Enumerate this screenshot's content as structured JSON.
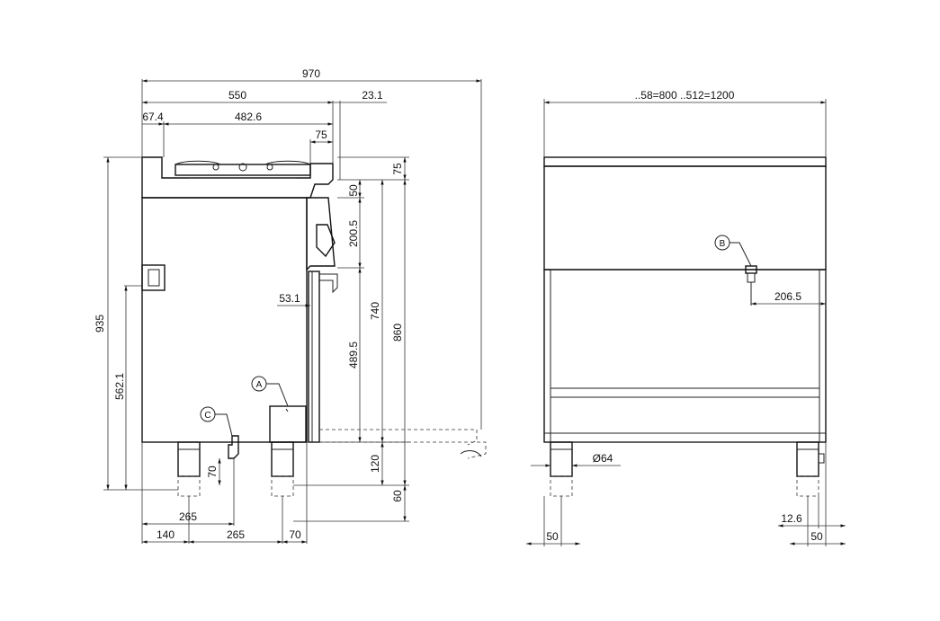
{
  "side_view": {
    "dims": {
      "overall_width": "970",
      "top_width": "550",
      "offset_right": "23.1",
      "left_offset": "67.4",
      "burner_width": "482.6",
      "knob_offset": "75",
      "top_h_75": "75",
      "gap_50": "50",
      "panel_200_5": "200.5",
      "h_740": "740",
      "h_860": "860",
      "h_935": "935",
      "h_562_1": "562.1",
      "door_53_1": "53.1",
      "door_489_5": "489.5",
      "leg_120": "120",
      "leg_60": "60",
      "drain_70": "70",
      "bottom_265_a": "265",
      "bottom_140": "140",
      "bottom_265_b": "265",
      "bottom_70": "70"
    },
    "labels": {
      "a": "A",
      "c": "C"
    }
  },
  "front_view": {
    "dims": {
      "width_label": "..58=800  ..512=1200",
      "conn_206_5": "206.5",
      "leg_dia": "Ø64",
      "left_50": "50",
      "right_12_6": "12.6",
      "right_50": "50"
    },
    "labels": {
      "b": "B"
    }
  }
}
